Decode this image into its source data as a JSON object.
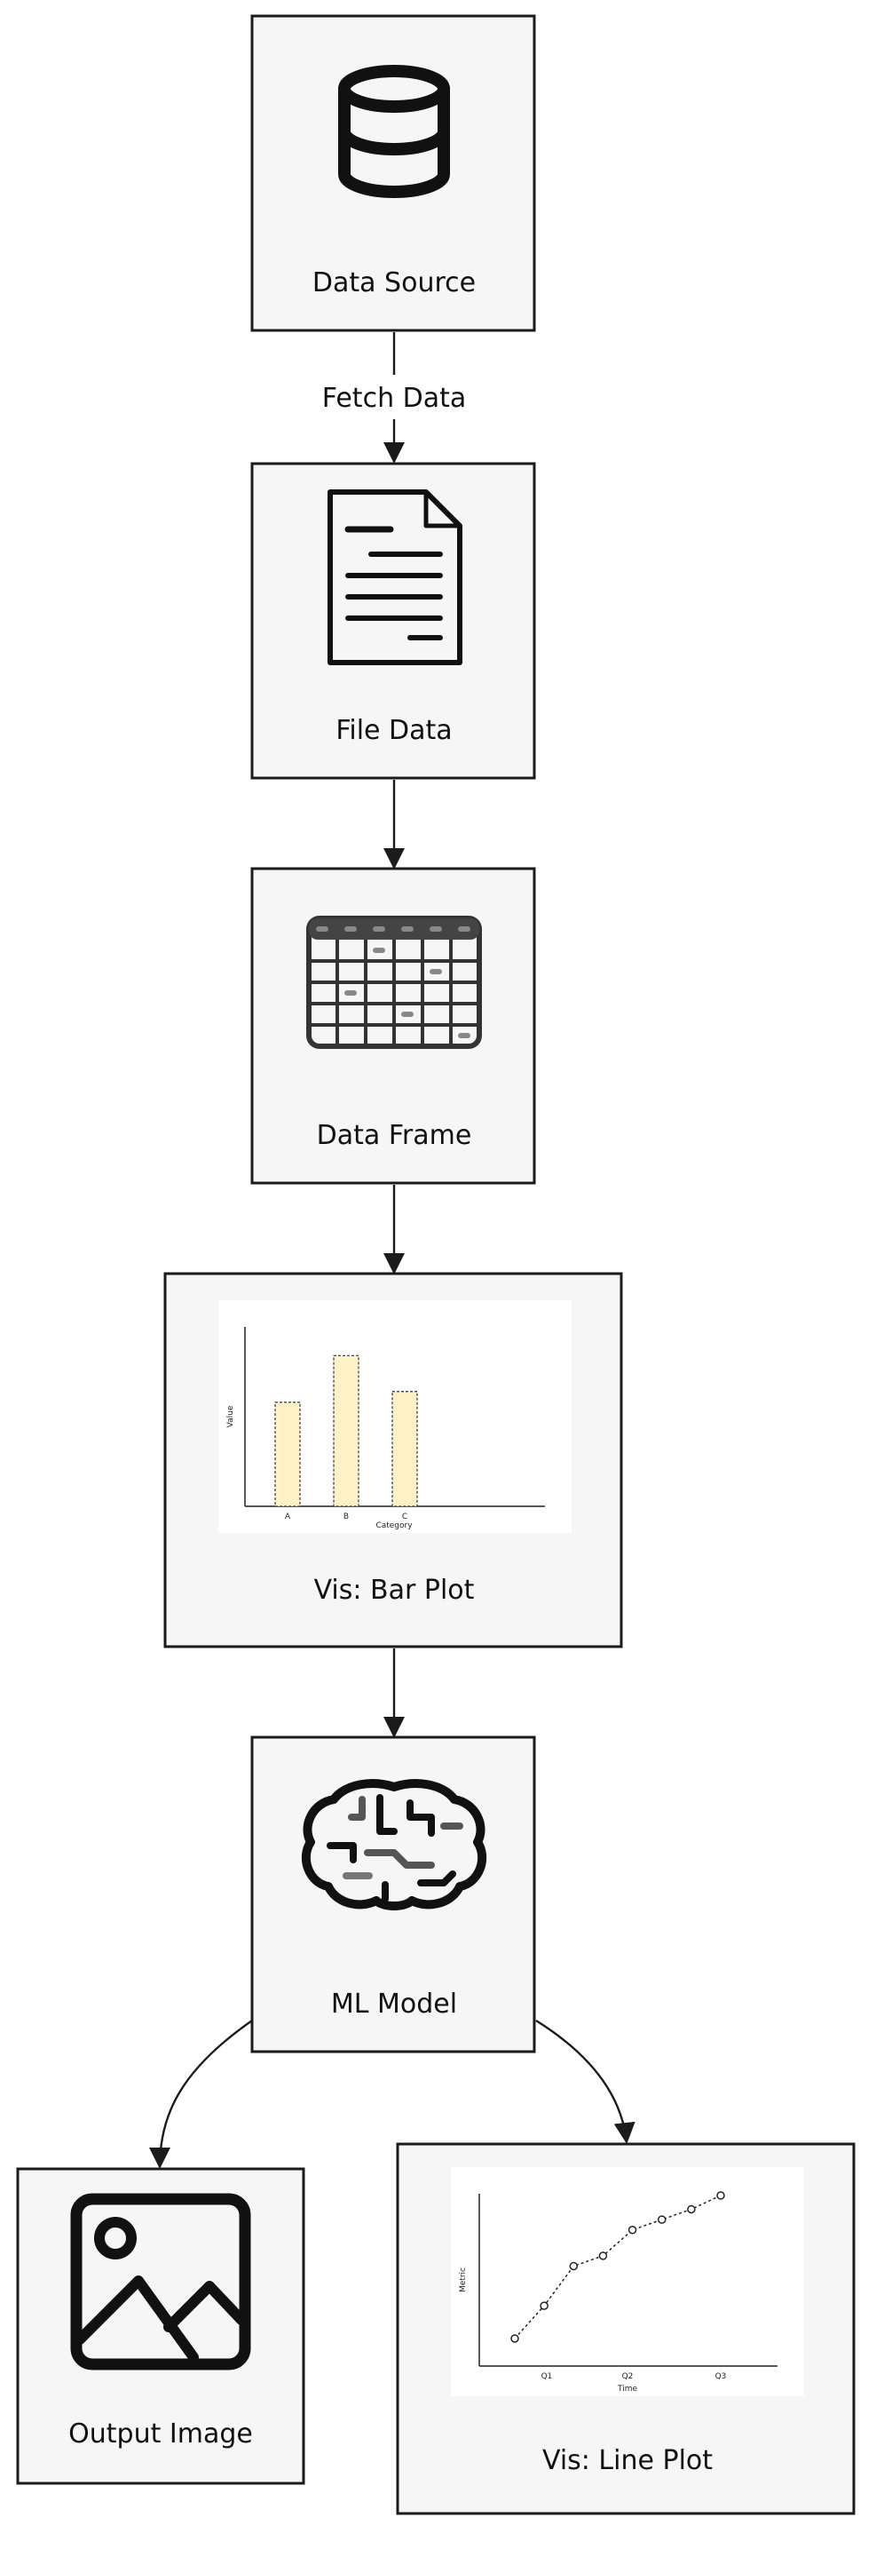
{
  "nodes": {
    "data_source": {
      "label": "Data Source",
      "icon": "database-icon"
    },
    "file_data": {
      "label": "File Data",
      "icon": "document-icon"
    },
    "data_frame": {
      "label": "Data Frame",
      "icon": "table-icon"
    },
    "vis_bar_plot": {
      "label": "Vis: Bar Plot",
      "icon": "bar-chart-thumbnail"
    },
    "ml_model": {
      "label": "ML Model",
      "icon": "brain-icon"
    },
    "output_image": {
      "label": "Output Image",
      "icon": "image-icon"
    },
    "vis_line_plot": {
      "label": "Vis: Line Plot",
      "icon": "line-chart-thumbnail"
    }
  },
  "edges": [
    {
      "from": "data_source",
      "to": "file_data",
      "label": "Fetch Data"
    },
    {
      "from": "file_data",
      "to": "data_frame",
      "label": ""
    },
    {
      "from": "data_frame",
      "to": "vis_bar_plot",
      "label": ""
    },
    {
      "from": "vis_bar_plot",
      "to": "ml_model",
      "label": ""
    },
    {
      "from": "ml_model",
      "to": "output_image",
      "label": ""
    },
    {
      "from": "ml_model",
      "to": "vis_line_plot",
      "label": ""
    }
  ],
  "bar_thumbnail": {
    "xlabel": "Category",
    "ylabel": "Value",
    "categories": [
      "A",
      "B",
      "C"
    ],
    "values": [
      0.58,
      0.84,
      0.64
    ],
    "bar_fill": "#fdf1c8"
  },
  "line_thumbnail": {
    "xlabel": "Time",
    "ylabel": "Metric",
    "ticks": [
      "Q1",
      "Q2",
      "Q3"
    ],
    "values": [
      0.16,
      0.35,
      0.58,
      0.64,
      0.79,
      0.85,
      0.91,
      0.99
    ]
  },
  "colors": {
    "box_fill": "#f6f6f6",
    "stroke": "#1b1b1b"
  }
}
